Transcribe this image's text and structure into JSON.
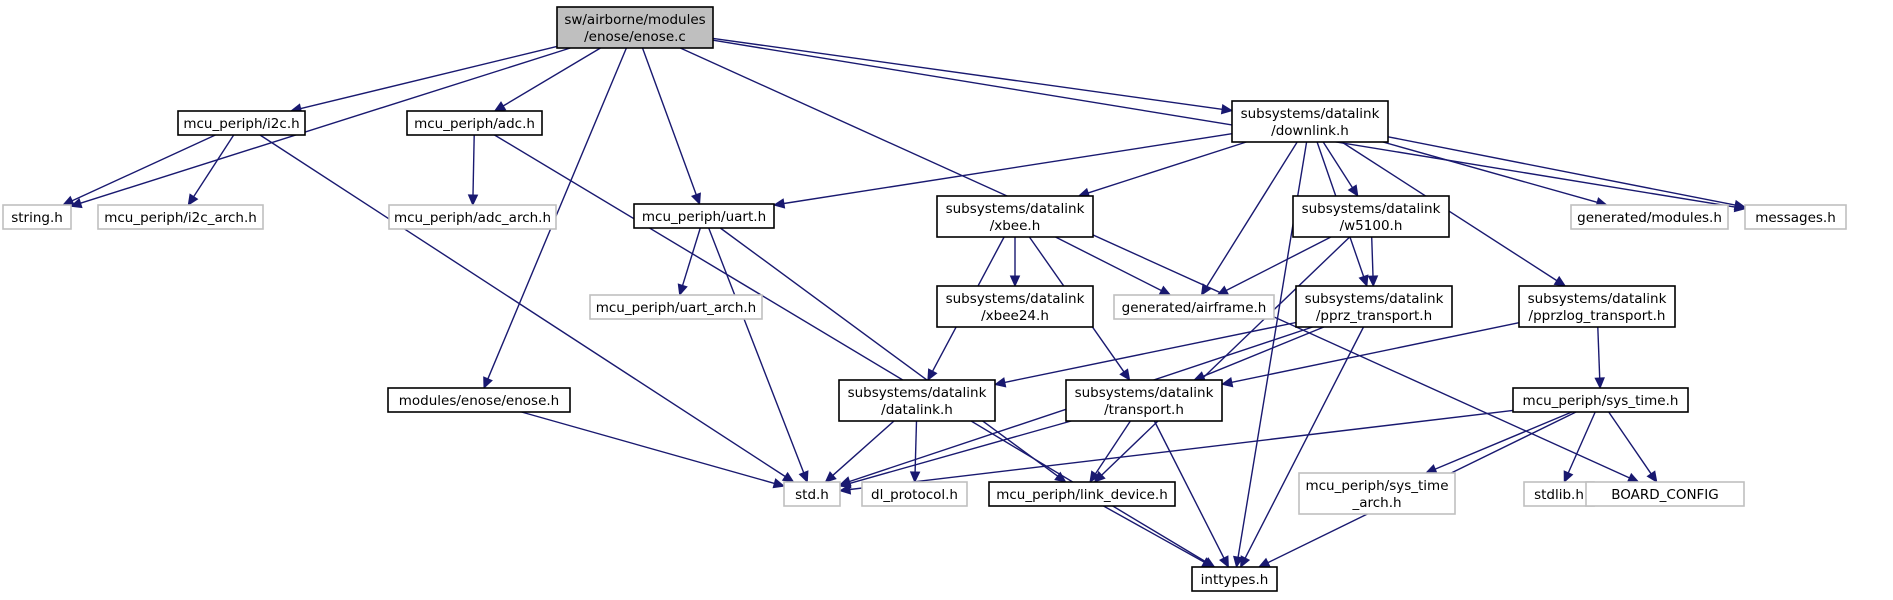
{
  "diagram": {
    "nodes": [
      {
        "id": "enose_c",
        "lines": [
          "sw/airborne/modules",
          "/enose/enose.c"
        ],
        "kind": "root"
      },
      {
        "id": "string_h",
        "lines": [
          "string.h"
        ],
        "kind": "external"
      },
      {
        "id": "i2c_h",
        "lines": [
          "mcu_periph/i2c.h"
        ],
        "kind": "internal"
      },
      {
        "id": "i2c_arch_h",
        "lines": [
          "mcu_periph/i2c_arch.h"
        ],
        "kind": "external"
      },
      {
        "id": "adc_h",
        "lines": [
          "mcu_periph/adc.h"
        ],
        "kind": "internal"
      },
      {
        "id": "adc_arch_h",
        "lines": [
          "mcu_periph/adc_arch.h"
        ],
        "kind": "external"
      },
      {
        "id": "enose_h",
        "lines": [
          "modules/enose/enose.h"
        ],
        "kind": "internal"
      },
      {
        "id": "uart_h",
        "lines": [
          "mcu_periph/uart.h"
        ],
        "kind": "internal"
      },
      {
        "id": "uart_arch_h",
        "lines": [
          "mcu_periph/uart_arch.h"
        ],
        "kind": "external"
      },
      {
        "id": "downlink_h",
        "lines": [
          "subsystems/datalink",
          "/downlink.h"
        ],
        "kind": "internal"
      },
      {
        "id": "xbee_h",
        "lines": [
          "subsystems/datalink",
          "/xbee.h"
        ],
        "kind": "internal"
      },
      {
        "id": "xbee24_h",
        "lines": [
          "subsystems/datalink",
          "/xbee24.h"
        ],
        "kind": "internal"
      },
      {
        "id": "w5100_h",
        "lines": [
          "subsystems/datalink",
          "/w5100.h"
        ],
        "kind": "internal"
      },
      {
        "id": "airframe_h",
        "lines": [
          "generated/airframe.h"
        ],
        "kind": "external"
      },
      {
        "id": "pprz_transport_h",
        "lines": [
          "subsystems/datalink",
          "/pprz_transport.h"
        ],
        "kind": "internal"
      },
      {
        "id": "pprzlog_transport_h",
        "lines": [
          "subsystems/datalink",
          "/pprzlog_transport.h"
        ],
        "kind": "internal"
      },
      {
        "id": "modules_h",
        "lines": [
          "generated/modules.h"
        ],
        "kind": "external"
      },
      {
        "id": "messages_h",
        "lines": [
          "messages.h"
        ],
        "kind": "external"
      },
      {
        "id": "datalink_h",
        "lines": [
          "subsystems/datalink",
          "/datalink.h"
        ],
        "kind": "internal"
      },
      {
        "id": "transport_h",
        "lines": [
          "subsystems/datalink",
          "/transport.h"
        ],
        "kind": "internal"
      },
      {
        "id": "sys_time_h",
        "lines": [
          "mcu_periph/sys_time.h"
        ],
        "kind": "internal"
      },
      {
        "id": "std_h",
        "lines": [
          "std.h"
        ],
        "kind": "external"
      },
      {
        "id": "dl_protocol_h",
        "lines": [
          "dl_protocol.h"
        ],
        "kind": "external"
      },
      {
        "id": "link_device_h",
        "lines": [
          "mcu_periph/link_device.h"
        ],
        "kind": "internal"
      },
      {
        "id": "sys_time_arch_h",
        "lines": [
          "mcu_periph/sys_time",
          "_arch.h"
        ],
        "kind": "external"
      },
      {
        "id": "stdlib_h",
        "lines": [
          "stdlib.h"
        ],
        "kind": "external"
      },
      {
        "id": "board_config",
        "lines": [
          "BOARD_CONFIG"
        ],
        "kind": "external"
      },
      {
        "id": "inttypes_h",
        "lines": [
          "inttypes.h"
        ],
        "kind": "internal"
      }
    ],
    "edges": [
      [
        "enose_c",
        "string_h"
      ],
      [
        "enose_c",
        "i2c_h"
      ],
      [
        "enose_c",
        "adc_h"
      ],
      [
        "enose_c",
        "enose_h"
      ],
      [
        "enose_c",
        "uart_h"
      ],
      [
        "enose_c",
        "downlink_h"
      ],
      [
        "enose_c",
        "messages_h"
      ],
      [
        "enose_c",
        "board_config"
      ],
      [
        "i2c_h",
        "string_h"
      ],
      [
        "i2c_h",
        "i2c_arch_h"
      ],
      [
        "i2c_h",
        "std_h"
      ],
      [
        "adc_h",
        "adc_arch_h"
      ],
      [
        "adc_h",
        "inttypes_h"
      ],
      [
        "enose_h",
        "std_h"
      ],
      [
        "uart_h",
        "uart_arch_h"
      ],
      [
        "uart_h",
        "std_h"
      ],
      [
        "uart_h",
        "link_device_h"
      ],
      [
        "downlink_h",
        "uart_h"
      ],
      [
        "downlink_h",
        "xbee_h"
      ],
      [
        "downlink_h",
        "airframe_h"
      ],
      [
        "downlink_h",
        "w5100_h"
      ],
      [
        "downlink_h",
        "pprz_transport_h"
      ],
      [
        "downlink_h",
        "pprzlog_transport_h"
      ],
      [
        "downlink_h",
        "modules_h"
      ],
      [
        "downlink_h",
        "messages_h"
      ],
      [
        "downlink_h",
        "inttypes_h"
      ],
      [
        "xbee_h",
        "xbee24_h"
      ],
      [
        "xbee_h",
        "airframe_h"
      ],
      [
        "xbee_h",
        "datalink_h"
      ],
      [
        "xbee_h",
        "transport_h"
      ],
      [
        "w5100_h",
        "airframe_h"
      ],
      [
        "w5100_h",
        "pprz_transport_h"
      ],
      [
        "w5100_h",
        "link_device_h"
      ],
      [
        "pprz_transport_h",
        "datalink_h"
      ],
      [
        "pprz_transport_h",
        "transport_h"
      ],
      [
        "pprz_transport_h",
        "std_h"
      ],
      [
        "pprz_transport_h",
        "inttypes_h"
      ],
      [
        "pprzlog_transport_h",
        "transport_h"
      ],
      [
        "pprzlog_transport_h",
        "sys_time_h"
      ],
      [
        "datalink_h",
        "std_h"
      ],
      [
        "datalink_h",
        "dl_protocol_h"
      ],
      [
        "transport_h",
        "std_h"
      ],
      [
        "transport_h",
        "link_device_h"
      ],
      [
        "transport_h",
        "inttypes_h"
      ],
      [
        "sys_time_h",
        "std_h"
      ],
      [
        "sys_time_h",
        "sys_time_arch_h"
      ],
      [
        "sys_time_h",
        "stdlib_h"
      ],
      [
        "sys_time_h",
        "board_config"
      ],
      [
        "sys_time_h",
        "inttypes_h"
      ],
      [
        "link_device_h",
        "inttypes_h"
      ]
    ],
    "colors": {
      "edge": "#191970",
      "root_fill": "#bfbfbf",
      "external_border": "#bfbfbf",
      "internal_border": "#000000"
    }
  }
}
